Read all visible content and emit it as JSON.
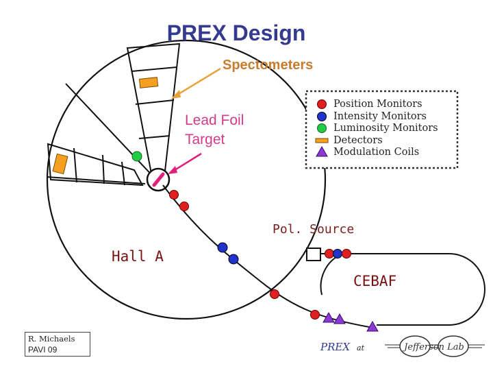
{
  "title": "PREX  Design",
  "labels": {
    "spectrometers": "Spectometers",
    "lead_foil_target": "Lead  Foil Target",
    "pol_source": "Pol. Source",
    "hall_a": "Hall A",
    "cebaf": "CEBAF"
  },
  "legend": {
    "items": [
      {
        "label": "Position Monitors",
        "marker": "red-circle",
        "color": "#e02020"
      },
      {
        "label": "Intensity Monitors",
        "marker": "blue-circle",
        "color": "#2233cc"
      },
      {
        "label": "Luminosity Monitors",
        "marker": "green-circle",
        "color": "#22cc44"
      },
      {
        "label": "Detectors",
        "marker": "orange-bar",
        "color": "#f5a020"
      },
      {
        "label": "Modulation Coils",
        "marker": "purple-triangle",
        "color": "#8a3ad0"
      }
    ]
  },
  "footer": {
    "author": "R. Michaels",
    "venue": "PAVI  09",
    "prex": "PREX",
    "at": "at",
    "logo_text": "Jefferson Lab"
  },
  "colors": {
    "title": "#333a8f",
    "spectrometer_label": "#c97b2e",
    "target_label": "#d23b8a",
    "hand_label": "#7a1010"
  }
}
